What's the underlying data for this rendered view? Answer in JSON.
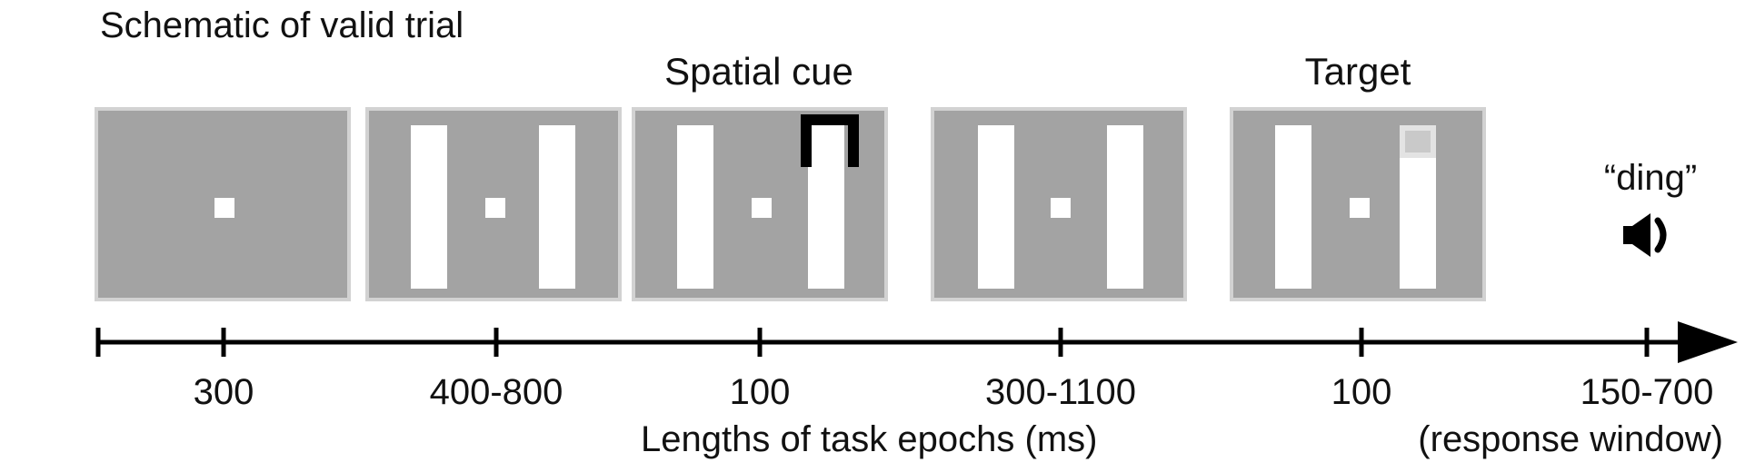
{
  "title": "Schematic of valid trial",
  "frame_labels": {
    "cue": "Spatial cue",
    "target": "Target"
  },
  "sound": {
    "label": "“ding”",
    "icon": "speaker-icon"
  },
  "timeline": {
    "durations": [
      "300",
      "400-800",
      "100",
      "300-1100",
      "100",
      "150-700"
    ],
    "axis_title": "Lengths of task epochs (ms)",
    "response_note": "(response window)"
  },
  "colors": {
    "screen": "#a3a3a3",
    "screen_border": "#d2d2d2",
    "stimulus": "#ffffff",
    "cue": "#000000",
    "target": "#e3e3e3"
  }
}
